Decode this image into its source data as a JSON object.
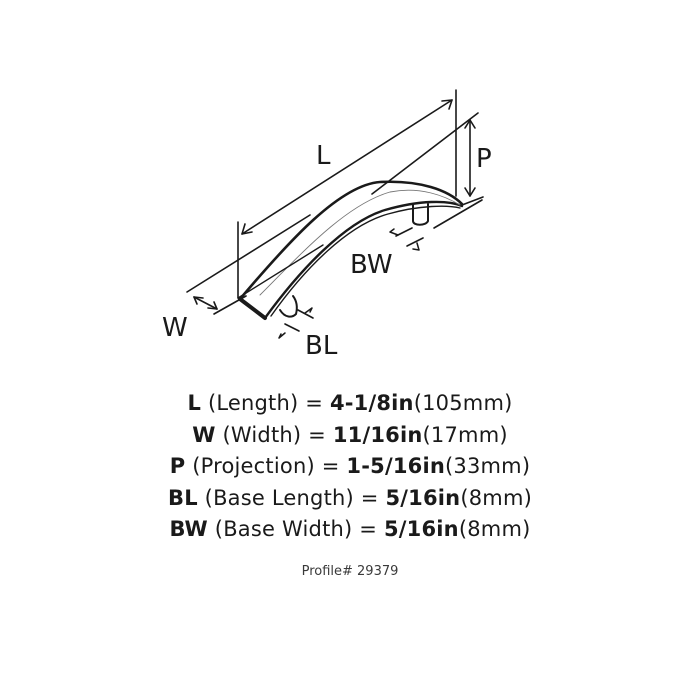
{
  "diagram": {
    "labels": {
      "L": "L",
      "P": "P",
      "W": "W",
      "BW": "BW",
      "BL": "BL"
    }
  },
  "specs": [
    {
      "abbr": "L",
      "label": "(Length) =",
      "inch": "4-1/8in",
      "mm": "(105mm)"
    },
    {
      "abbr": "W",
      "label": "(Width) =",
      "inch": "11/16in",
      "mm": "(17mm)"
    },
    {
      "abbr": "P",
      "label": "(Projection) =",
      "inch": "1-5/16in",
      "mm": "(33mm)"
    },
    {
      "abbr": "BL",
      "label": "(Base Length) =",
      "inch": "5/16in",
      "mm": "(8mm)"
    },
    {
      "abbr": "BW",
      "label": "(Base Width) =",
      "inch": "5/16in",
      "mm": "(8mm)"
    }
  ],
  "profile": "Profile# 29379",
  "colors": {
    "ink": "#1a1a1a",
    "background": "#ffffff"
  }
}
